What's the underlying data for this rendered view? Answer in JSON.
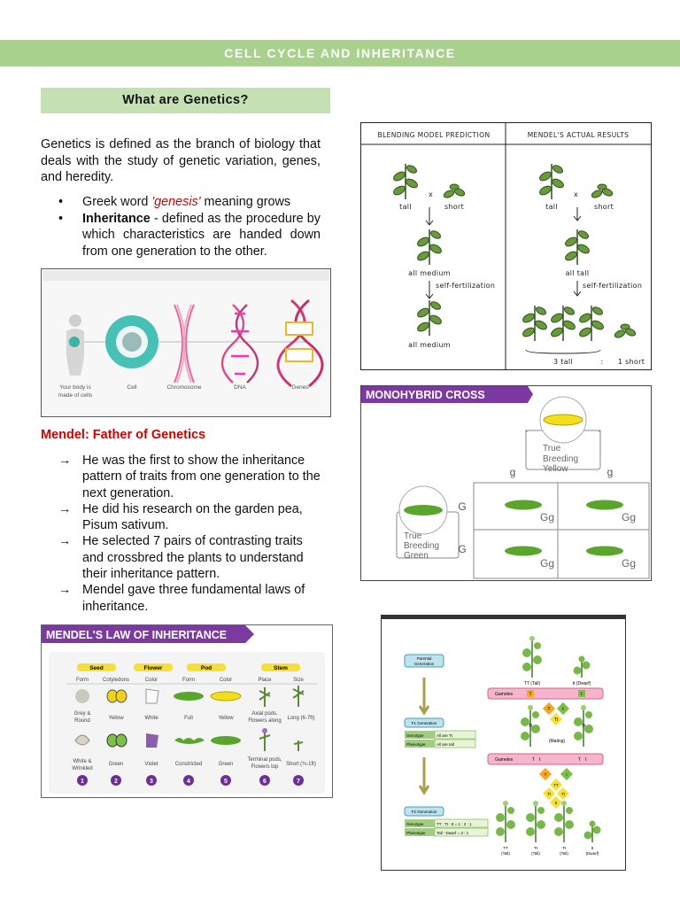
{
  "banner": "CELL CYCLE AND INHERITANCE",
  "section_title": "What are Genetics?",
  "definition": "Genetics is defined as the branch of biology that deals with the study of genetic variation, genes, and heredity.",
  "bullets": {
    "b1_pre": "Greek word ",
    "b1_em": "'genesis'",
    "b1_post": " meaning grows",
    "b2_bold": "Inheritance",
    "b2_rest": " - defined as the procedure by which characteristics are handed down from one generation to the other."
  },
  "cell_figure": {
    "labels": [
      "Your body is made of cells",
      "Cell",
      "Chromosome",
      "DNA",
      "Genes"
    ],
    "l0a": "Your body is",
    "l0b": "made of cells",
    "l1": "Cell",
    "l2": "Chromosome",
    "l3": "DNA",
    "l4": "Genes"
  },
  "mendel": {
    "title": "Mendel: Father of Genetics",
    "arrow": "→",
    "points": [
      "He was the first to show the inheritance pattern of traits from one generation to the next generation.",
      "He did his research on the garden pea, Pisum sativum.",
      "He selected 7 pairs of contrasting traits and crossbred the plants to understand their inheritance pattern.",
      "Mendel gave three fundamental laws of inheritance."
    ]
  },
  "blending": {
    "left_head": "BLENDING MODEL PREDICTION",
    "right_head": "MENDEL'S ACTUAL RESULTS",
    "tall": "tall",
    "short": "short",
    "cross": "x",
    "all_medium": "all medium",
    "self_fert": "self-fertilization",
    "all_tall": "all tall",
    "three_tall": "3 tall",
    "colon": ":",
    "one_short": "1 short"
  },
  "monohybrid": {
    "title": "MONOHYBRID CROSS",
    "top_parent": [
      "True",
      "Breeding",
      "Yellow"
    ],
    "left_parent": [
      "True",
      "Breeding",
      "Green"
    ],
    "g": "g",
    "G": "G",
    "Gg": "Gg"
  },
  "law": {
    "title": "MENDEL'S LAW OF INHERITANCE",
    "groups": {
      "seed": "Seed",
      "flower": "Flower",
      "pod": "Pod",
      "stem": "Stem"
    },
    "cols": {
      "form": "Form",
      "cotyledons": "Cotyledons",
      "color": "Color",
      "form2": "Form",
      "color2": "Color",
      "place": "Place",
      "size": "Size"
    },
    "row1": {
      "a": "Grey &",
      "a2": "Round",
      "b": "Yellow",
      "c": "White",
      "d": "Full",
      "e": "Yellow",
      "f": "Axial pods,",
      "f2": "Flowers along",
      "g": "Long (6-7ft)"
    },
    "row2": {
      "a": "White &",
      "a2": "Wrinkled",
      "b": "Green",
      "c": "Violet",
      "d": "Constricted",
      "e": "Green",
      "f": "Terminal pods,",
      "f2": "Flowers top",
      "g": "Short (¾-1ft)"
    },
    "numbers": [
      "1",
      "2",
      "3",
      "4",
      "5",
      "6",
      "7"
    ],
    "n1": "1",
    "n2": "2",
    "n3": "3",
    "n4": "4",
    "n5": "5",
    "n6": "6",
    "n7": "7"
  },
  "dihybrid": {
    "parental": [
      "Parental",
      "Generation"
    ],
    "tt_tall": "TT (Tall)",
    "tt_dwarf": "tt (Dwarf)",
    "gametes": "Gametes",
    "T": "T",
    "t": "t",
    "f1": "F1 Generation",
    "genotype": "Genotype",
    "phenotype": "Phenotype",
    "all_tt": "All are Tt",
    "all_tall": "All are tall",
    "Tt": "Tt",
    "mating": "(Mating)",
    "TT": "TT",
    "tt": "tt",
    "f2": "F2 Generation",
    "f2_geno": "TT : Tt : tt = 1 : 2 : 1",
    "f2_pheno": "Tall : Dwarf = 3 : 1",
    "b1": "TT",
    "b1s": "(Tall)",
    "b2": "Tt",
    "b2s": "(Tall)",
    "b3": "Tt",
    "b3s": "(Tall)",
    "b4": "tt",
    "b4s": "(Dwarf)"
  },
  "colors": {
    "banner": "#a9d18e",
    "section": "#c5e0b3",
    "accent_red": "#d10000",
    "purple": "#7b3aa0",
    "teal": "#4cc1b8",
    "pink": "#e8739f",
    "pea_green": "#5aa62c",
    "pea_yellow": "#f2de1b"
  }
}
